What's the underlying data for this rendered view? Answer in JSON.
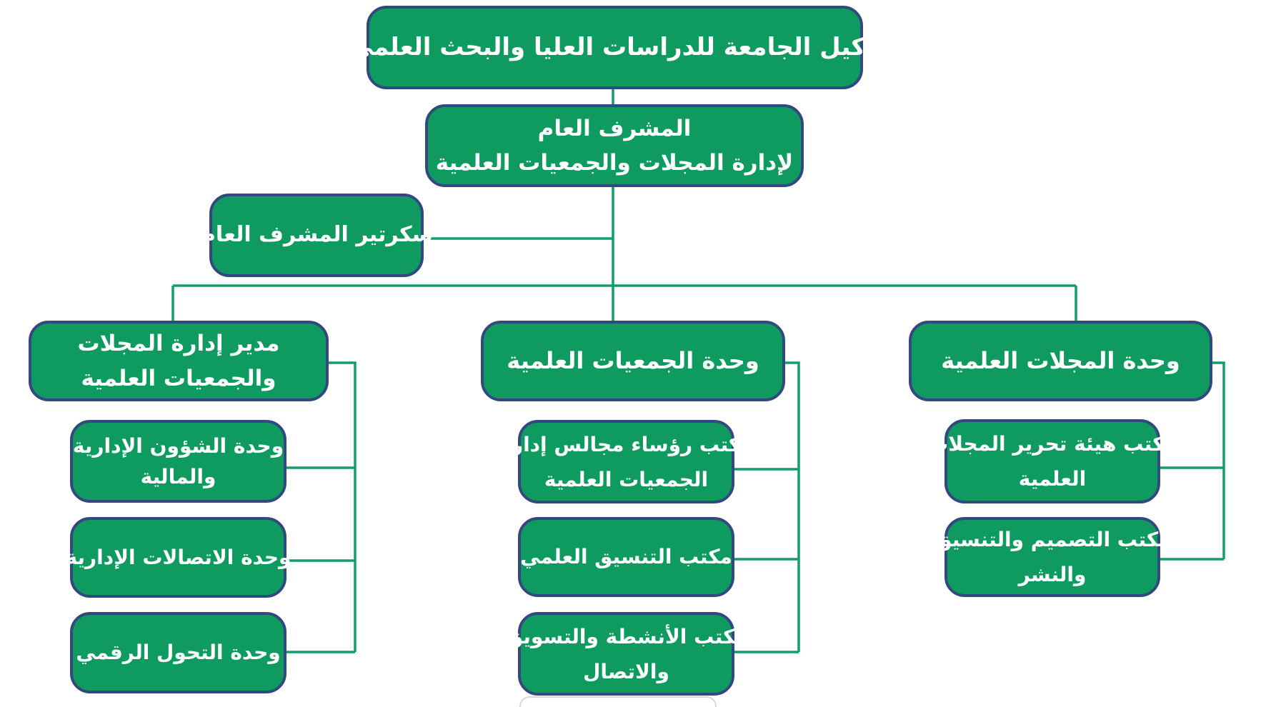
{
  "colors": {
    "box_fill": "#0f9a60",
    "box_border": "#31497f",
    "connector": "#129e66",
    "text": "#ffffff"
  },
  "nodes": {
    "root": {
      "label": "وكيل الجامعة للدراسات العليا والبحث العلمي"
    },
    "general_supervisor": {
      "line1": "المشرف العام",
      "line2": "لإدارة المجلات والجمعيات العلمية"
    },
    "secretary": {
      "label": "سكرتير المشرف العام"
    },
    "director": {
      "line1": "مدير إدارة المجلات",
      "line2": "والجمعيات العلمية"
    },
    "societies_unit": {
      "label": "وحدة الجمعيات العلمية"
    },
    "journals_unit": {
      "label": "وحدة المجلات العلمية"
    },
    "admin_financial_unit": {
      "line1": "وحدة الشؤون الإدارية",
      "line2": "والمالية"
    },
    "admin_comms_unit": {
      "label": "وحدة الاتصالات الإدارية"
    },
    "digital_transformation_unit": {
      "label": "وحدة التحول الرقمي"
    },
    "boards_chairmen_office": {
      "line1": "مكتب رؤساء مجالس إدارة",
      "line2": "الجمعيات العلمية"
    },
    "scientific_coordination_office": {
      "label": "مكتب التنسيق العلمي"
    },
    "activities_marketing_office": {
      "line1": "مكتب الأنشطة والتسويق",
      "line2": "والاتصال"
    },
    "editorial_board_office": {
      "line1": "مكتب هيئة تحرير المجلات",
      "line2": "العلمية"
    },
    "design_publishing_office": {
      "line1": "مكتب التصميم والتنسيق",
      "line2": "والنشر"
    }
  }
}
